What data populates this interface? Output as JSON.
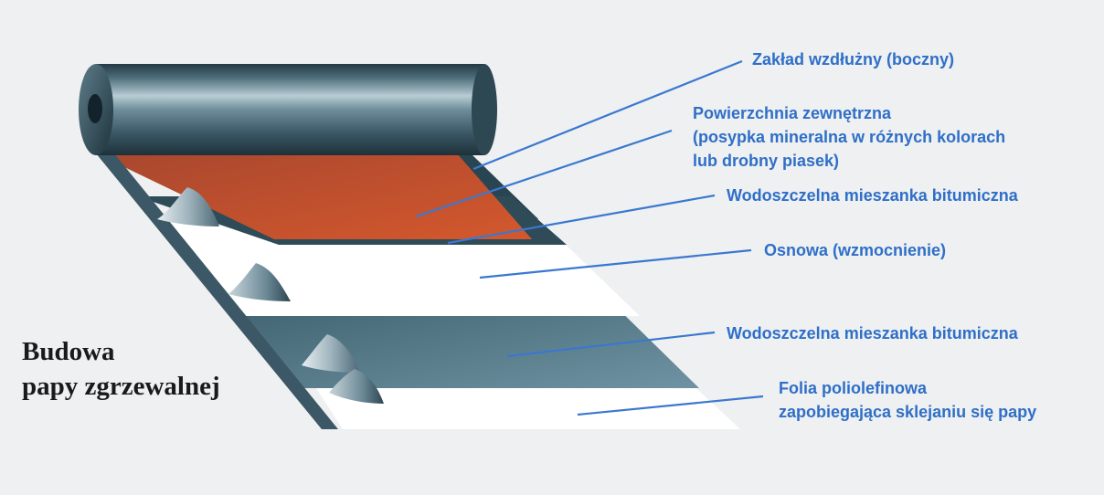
{
  "title": {
    "line1": "Budowa",
    "line2": "papy zgrzewalnej"
  },
  "labels": [
    {
      "id": "lap",
      "lines": [
        "Zakład wzdłużny (boczny)"
      ]
    },
    {
      "id": "surface",
      "lines": [
        "Powierzchnia zewnętrzna",
        "(posypka mineralna w różnych kolorach",
        "lub drobny piasek)"
      ]
    },
    {
      "id": "bitumen-top",
      "lines": [
        "Wodoszczelna mieszanka bitumiczna"
      ]
    },
    {
      "id": "base",
      "lines": [
        "Osnowa (wzmocnienie)"
      ]
    },
    {
      "id": "bitumen-bottom",
      "lines": [
        "Wodoszczelna mieszanka bitumiczna"
      ]
    },
    {
      "id": "foil",
      "lines": [
        "Folia poliolefinowa",
        "zapobiegająca sklejaniu się papy"
      ]
    }
  ],
  "colors": {
    "background": "#eef0f2",
    "label_text": "#2f6fc7",
    "leader_line": "#3a78d0",
    "mineral_top": "#c4502e",
    "bitumen": "#4f7381",
    "bitumen_dark": "#2e4b58",
    "base_white": "#ffffff",
    "title_text": "#1a1a1a"
  }
}
